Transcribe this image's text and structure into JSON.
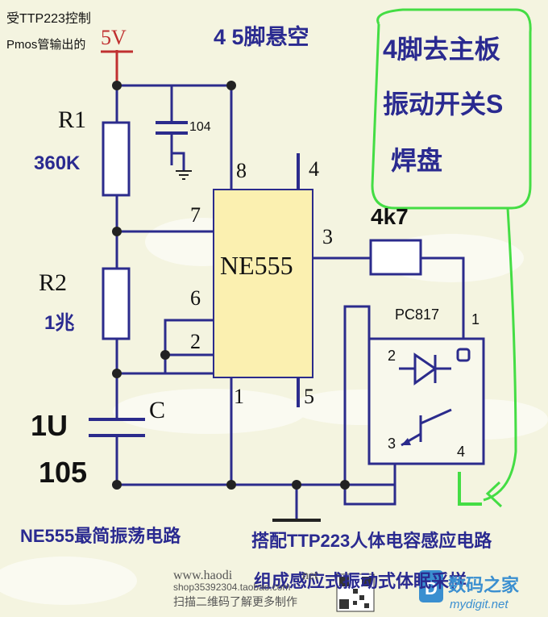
{
  "labels": {
    "ttp_control_line1": "受TTP223控制",
    "ttp_control_line2": "Pmos管输出的",
    "vcc": "5V",
    "pins_floating": "4  5脚悬空",
    "r1_name": "R1",
    "r1_value": "360K",
    "r2_name": "R2",
    "r2_value": "1兆",
    "cap_small": "104",
    "ic_name": "NE555",
    "pin8": "8",
    "pin4": "4",
    "pin7": "7",
    "pin3": "3",
    "pin6": "6",
    "pin2": "2",
    "pin1": "1",
    "pin5": "5",
    "c_name": "C",
    "c_value1": "1U",
    "c_value2": "105",
    "res_4k7": "4k7",
    "optocoupler": "PC817",
    "opto_pin1": "1",
    "opto_pin2": "2",
    "opto_pin3": "3",
    "opto_pin4": "4",
    "note_line1": "4脚去主板",
    "note_line2": "振动开关S",
    "note_line3": "焊盘",
    "caption_left": "NE555最简振荡电路",
    "caption_right": "搭配TTP223人体电容感应电路",
    "caption_bottom": "组成感应式振动式体眠采样",
    "watermark1": "www.haodi",
    "watermark1b": "net",
    "watermark2": "shop35392304.taobao.com",
    "watermark3": "扫描二维码了解更多制作",
    "logo_text": "数码之家",
    "logo_url": "mydigit.net"
  },
  "colors": {
    "wire": "#2b2b8c",
    "text_blue": "#2a2a90",
    "ic_fill": "#fbf0b0",
    "green_note": "#44dd44",
    "red_arrow": "#c03030"
  }
}
